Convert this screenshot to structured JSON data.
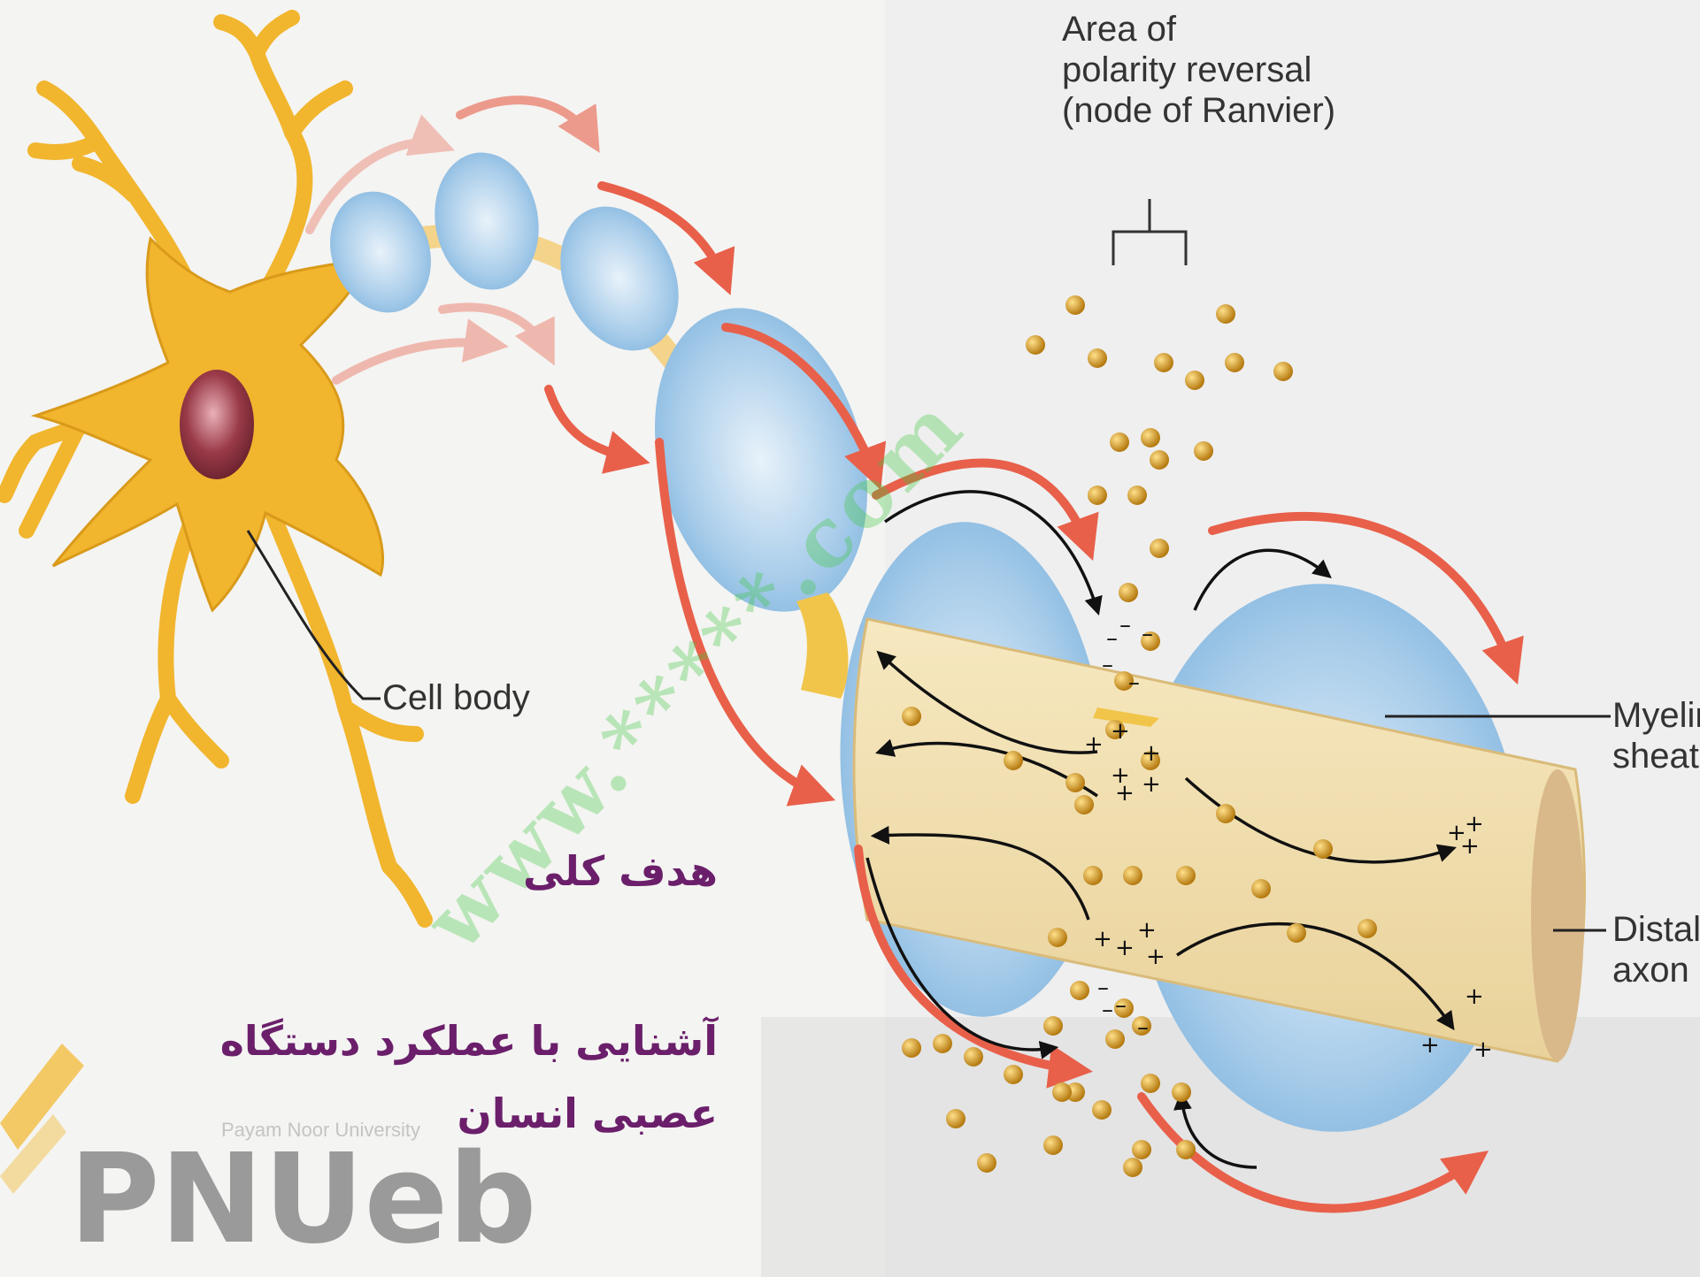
{
  "labels": {
    "area_of_polarity": [
      "Area of",
      "polarity reversal",
      "(node of Ranvier)"
    ],
    "cell_body": "Cell body",
    "myelin_sheath": [
      "Myelin",
      "sheath"
    ],
    "distal_axon": [
      "Distal",
      "axon"
    ]
  },
  "persian_text": {
    "title": "هدف کلی",
    "line1": "آشنایی با عملکرد دستگاه",
    "line2": "عصبی انسان"
  },
  "watermark": "www.*****.com",
  "logo": {
    "main": "PNUeb",
    "sub": "Payam Noor University"
  },
  "colors": {
    "cell": "#f1b52e",
    "myelin": "#a9cdea",
    "axon": "#f4e2b2",
    "arrow_red": "#e8604a",
    "ion": "#c98a12",
    "title_text": "#6b1f6b"
  }
}
